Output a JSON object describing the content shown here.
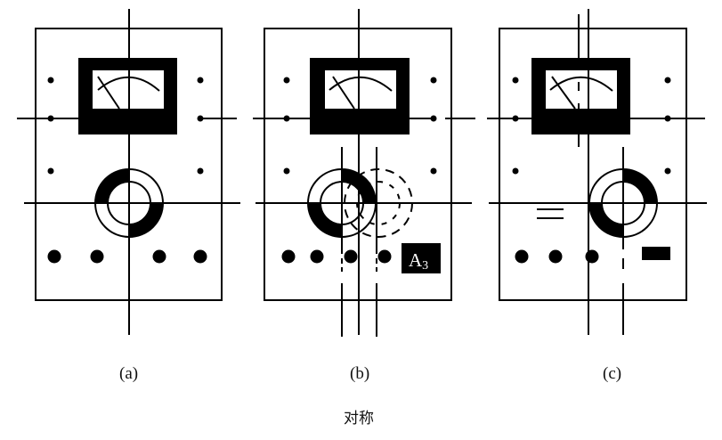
{
  "figure": {
    "title": "对称",
    "ink_color": "#000000",
    "background_color": "#ffffff",
    "panels": [
      {
        "id": "a",
        "caption": "(a)",
        "description": "Instrument panel with single vertical symmetry axis through meter and knob"
      },
      {
        "id": "b",
        "caption": "(b)",
        "description": "Knob shifted left; dashed circle shows original knob position; labeled block in lower-right",
        "label_box_text": "A",
        "label_box_subscript": "3"
      },
      {
        "id": "c",
        "caption": "(c)",
        "description": "Knob shifted right with separate axis; equals-sign marking and solid black bar"
      }
    ]
  }
}
